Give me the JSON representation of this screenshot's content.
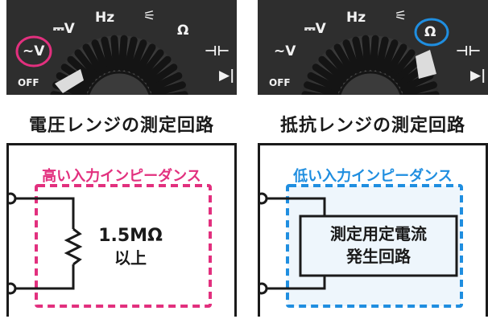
{
  "colors": {
    "high_impedance": "#e2307e",
    "low_impedance": "#1f8ee0",
    "dial_background": "#2e2e2e",
    "wire": "#1a1a1a",
    "low_panel_fill": "#eef6fc"
  },
  "left_panel": {
    "dial": {
      "labels": [
        "~V",
        "⎓V",
        "Hz",
        "Ω",
        "⊣⊢",
        "OFF"
      ],
      "selected": "~V"
    },
    "title": "電圧レンジの測定回路",
    "circuit": {
      "impedance_label": "高い入力インピーダンス",
      "component_line1": "1.5MΩ",
      "component_line2": "以上"
    }
  },
  "right_panel": {
    "dial": {
      "labels": [
        "~V",
        "⎓V",
        "Hz",
        "Ω",
        "⊣⊢",
        "OFF"
      ],
      "selected": "Ω"
    },
    "title": "抵抗レンジの測定回路",
    "circuit": {
      "impedance_label": "低い入力インピーダンス",
      "component_line1": "測定用定電流",
      "component_line2": "発生回路"
    }
  }
}
